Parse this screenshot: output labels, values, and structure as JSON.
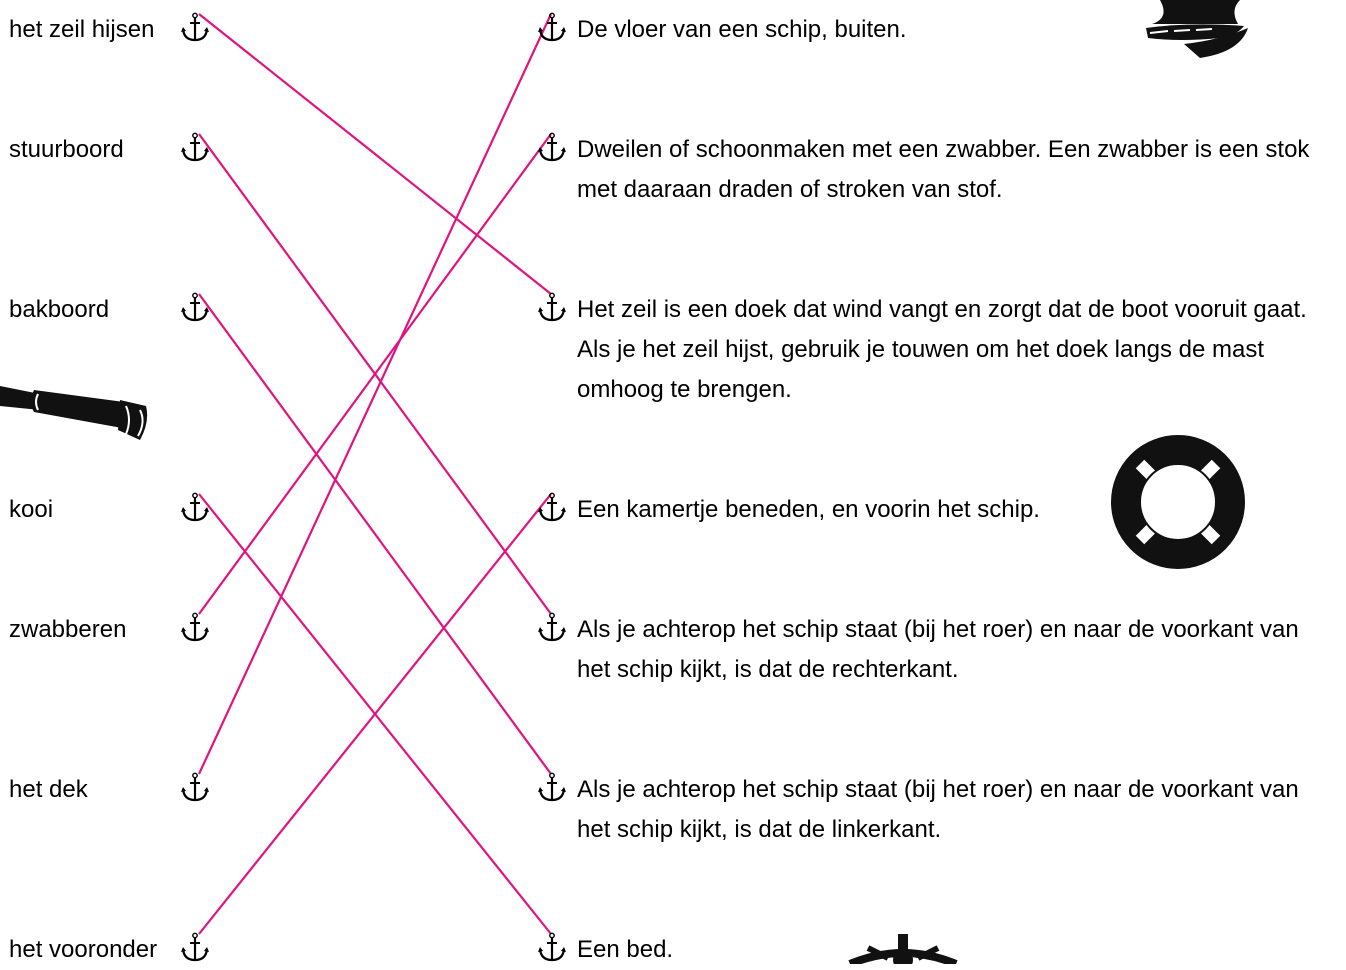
{
  "accent_color": "#e0147f",
  "terms": [
    {
      "label": "het zeil hijsen"
    },
    {
      "label": "stuurboord"
    },
    {
      "label": "bakboord"
    },
    {
      "label": "kooi"
    },
    {
      "label": "zwabberen"
    },
    {
      "label": "het dek"
    },
    {
      "label": "het vooronder"
    }
  ],
  "definitions": [
    {
      "text": "De vloer van een schip, buiten."
    },
    {
      "text": "Dweilen of schoonmaken met een zwabber. Een zwabber is een stok met daaraan draden of stroken van stof."
    },
    {
      "text": "Het zeil is een doek dat wind vangt en zorgt dat de boot vooruit gaat. Als je het zeil hijst, gebruik je touwen om het doek langs de mast omhoog te brengen."
    },
    {
      "text": "Een kamertje beneden, en voorin het schip."
    },
    {
      "text": "Als je achterop het schip staat (bij het roer) en naar de voorkant van het schip kijkt, is dat de rechterkant."
    },
    {
      "text": "Als je achterop het schip staat (bij het roer) en naar de voorkant van het schip kijkt, is dat de linkerkant."
    },
    {
      "text": "Een bed."
    }
  ],
  "connections": [
    {
      "term": 0,
      "definition": 2
    },
    {
      "term": 1,
      "definition": 4
    },
    {
      "term": 2,
      "definition": 5
    },
    {
      "term": 3,
      "definition": 6
    },
    {
      "term": 4,
      "definition": 1
    },
    {
      "term": 5,
      "definition": 0
    },
    {
      "term": 6,
      "definition": 3
    }
  ],
  "decorations": [
    "ship-icon",
    "spyglass-icon",
    "lifebuoy-icon",
    "ship-wheel-icon"
  ]
}
